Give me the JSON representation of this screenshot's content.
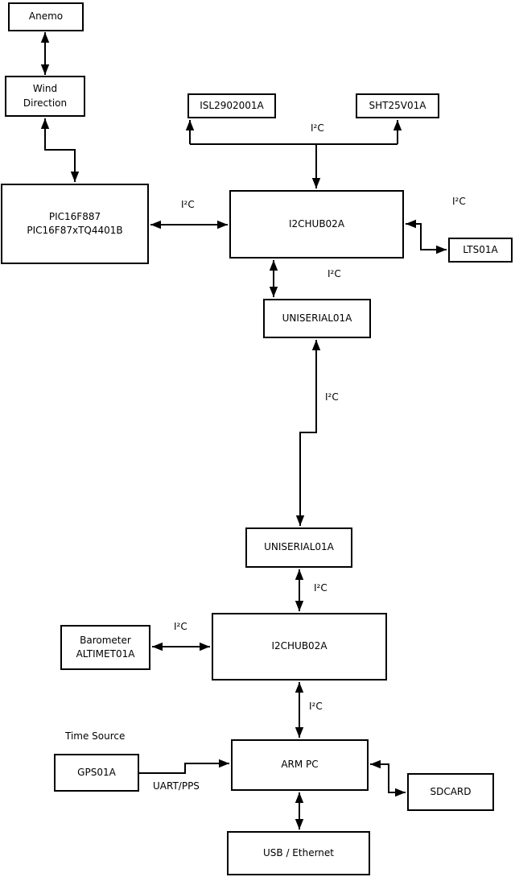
{
  "diagram": {
    "background_color": "#ffffff",
    "line_color": "#000000",
    "nodes": {
      "anemo": {
        "label": "Anemo"
      },
      "wind_direction": {
        "label": "Wind\nDirection"
      },
      "pic": {
        "label": "PIC16F887\nPIC16F87xTQ4401B"
      },
      "isl": {
        "label": "ISL2902001A"
      },
      "sht": {
        "label": "SHT25V01A"
      },
      "hub_top": {
        "label": "I2CHUB02A"
      },
      "lts": {
        "label": "LTS01A"
      },
      "uniserial_top": {
        "label": "UNISERIAL01A"
      },
      "uniserial_bottom": {
        "label": "UNISERIAL01A"
      },
      "hub_bottom": {
        "label": "I2CHUB02A"
      },
      "barometer": {
        "label": "Barometer\nALTIMET01A"
      },
      "gps": {
        "label": "GPS01A"
      },
      "arm_pc": {
        "label": "ARM PC"
      },
      "sdcard": {
        "label": "SDCARD"
      },
      "usb_ethernet": {
        "label": "USB / Ethernet"
      }
    },
    "edge_labels": {
      "i2c": "I²C",
      "uart_pps": "UART/PPS",
      "time_source": "Time Source"
    }
  }
}
